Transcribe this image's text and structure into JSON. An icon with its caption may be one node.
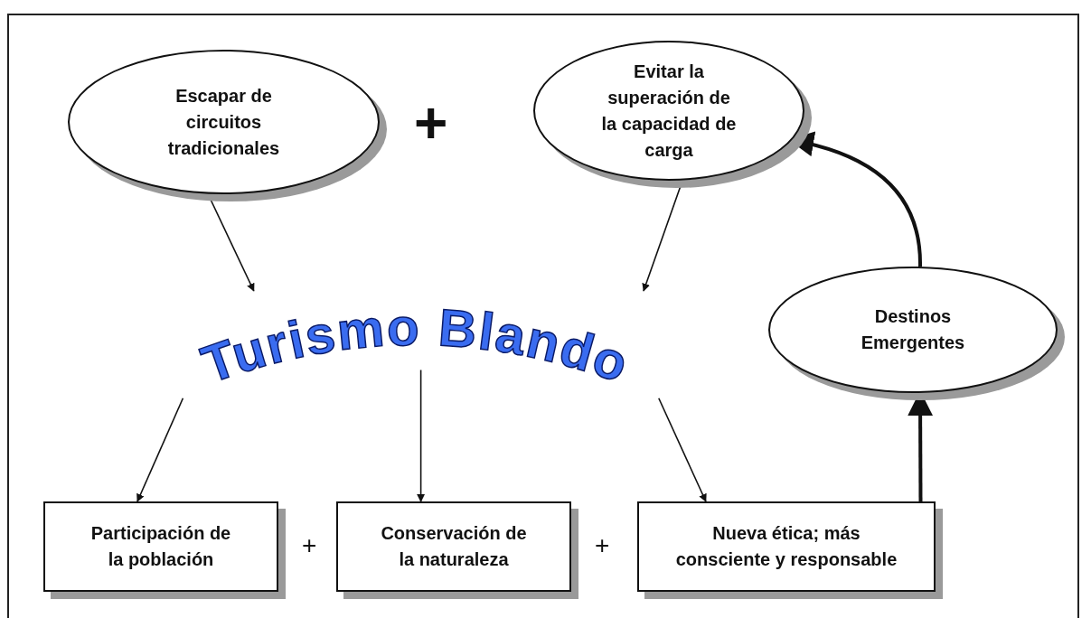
{
  "diagram": {
    "nodes": [
      {
        "text": [
          "Escapar de circuitos tradicionales"
        ]
      },
      {
        "text": [
          "Evitar la superación de la capacidad de carga"
        ]
      },
      {
        "text": [
          "Turismo Blando"
        ]
      },
      {
        "text": [
          "Destinos Emergentes"
        ]
      },
      {
        "text": [
          "Participación de la población"
        ]
      },
      {
        "text": [
          "Conservación de la naturaleza"
        ]
      },
      {
        "text": [
          "Nueva ética; más consciente y responsable"
        ]
      }
    ],
    "edges": [
      {
        "from": 0,
        "to": 2,
        "arrow": "to"
      },
      {
        "from": 1,
        "to": 2,
        "arrow": "to"
      },
      {
        "from": 2,
        "to": 4,
        "arrow": "to"
      },
      {
        "from": 2,
        "to": 5,
        "arrow": "to"
      },
      {
        "from": 2,
        "to": 6,
        "arrow": "to"
      },
      {
        "from": 6,
        "to": 3,
        "arrow": "to",
        "style": "thick"
      },
      {
        "from": 3,
        "to": 1,
        "arrow": "to",
        "style": "thick"
      }
    ],
    "labels": [
      "+",
      "+",
      "+"
    ]
  }
}
